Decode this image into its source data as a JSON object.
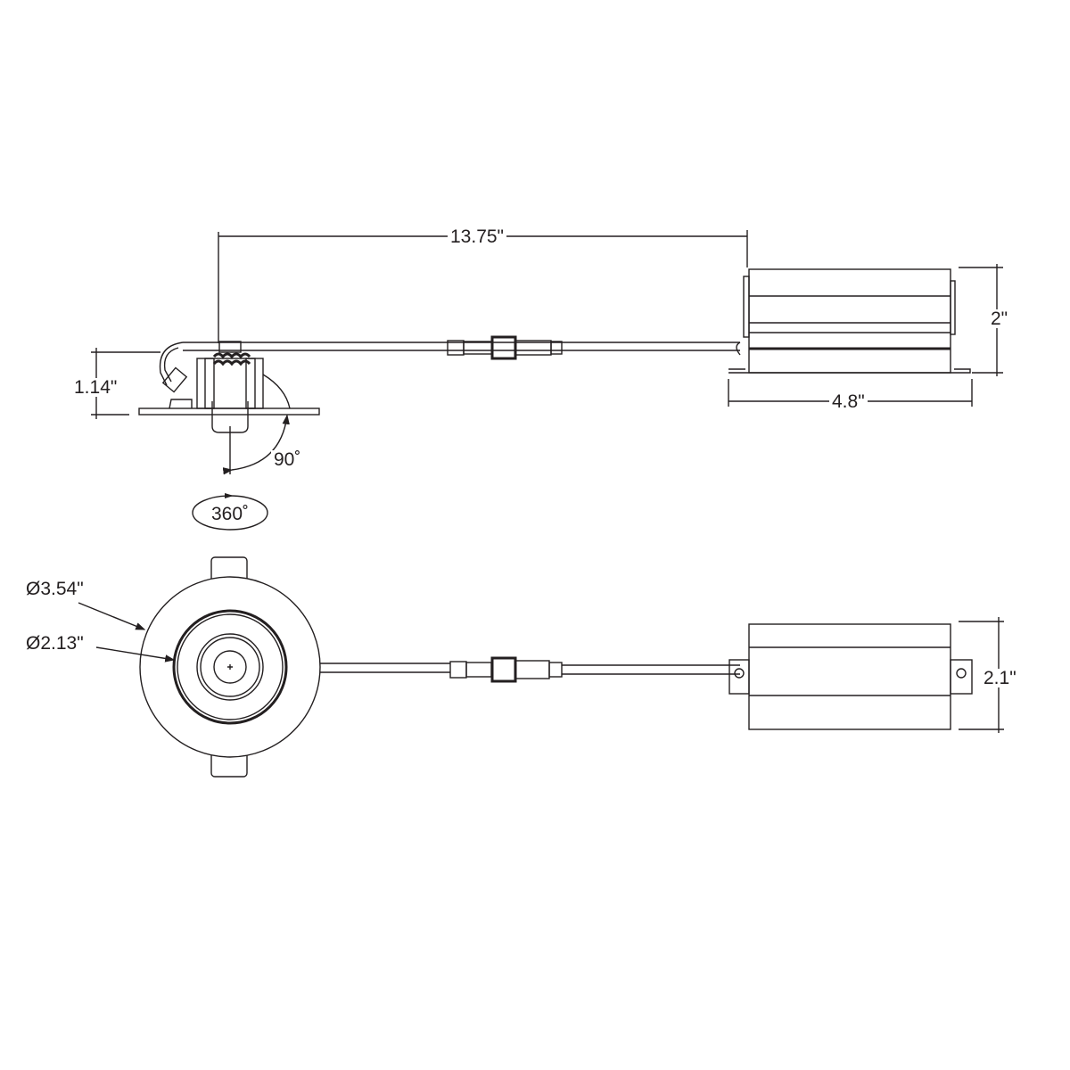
{
  "dimensions": {
    "overall_length": "13.75\"",
    "driver_height": "2\"",
    "driver_length": "4.8\"",
    "fixture_height": "1.14\"",
    "tilt_angle": "90˚",
    "rotation_angle": "360˚",
    "outer_diameter": "Ø3.54\"",
    "aperture_diameter": "Ø2.13\"",
    "driver_width": "2.1\""
  },
  "colors": {
    "line": "#231f20",
    "background": "#ffffff"
  }
}
